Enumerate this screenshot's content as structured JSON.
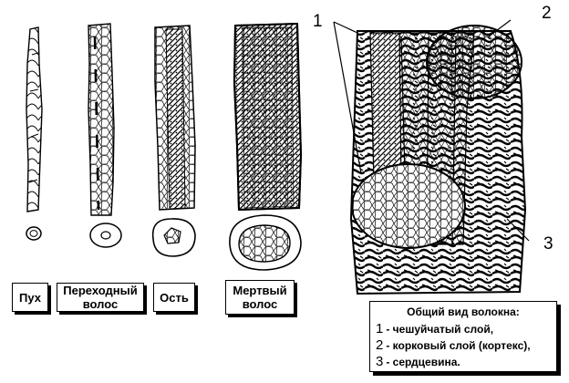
{
  "labels": {
    "down": "Пух",
    "transitional": "Переходный волос",
    "awn": "Ость",
    "dead": "Мертвый волос"
  },
  "callouts": {
    "n1": "1",
    "n2": "2",
    "n3": "3"
  },
  "legend": {
    "title": "Общий вид волокна:",
    "items": [
      {
        "num": "1",
        "text": "- чешуйчатый слой,"
      },
      {
        "num": "2",
        "text": "- корковый слой (кортекс),"
      },
      {
        "num": "3",
        "text": "- сердцевина."
      }
    ]
  }
}
